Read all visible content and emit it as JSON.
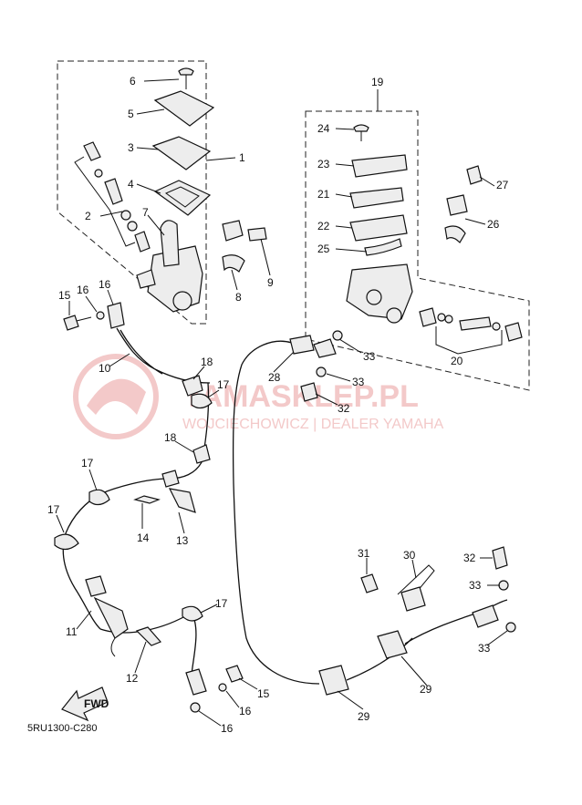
{
  "diagram_code": "5RU1300-C280",
  "watermark": {
    "title": "YAMASKLEP.PL",
    "subtitle": "WOJCIECHOWICZ | DEALER YAMAHA"
  },
  "fwd_label": "FWD",
  "callouts": {
    "c1": "1",
    "c2": "2",
    "c3": "3",
    "c4": "4",
    "c5": "5",
    "c6": "6",
    "c7": "7",
    "c8": "8",
    "c9": "9",
    "c10": "10",
    "c11": "11",
    "c12": "12",
    "c13": "13",
    "c14": "14",
    "c15a": "15",
    "c15b": "15",
    "c16a": "16",
    "c16b": "16",
    "c16c": "16",
    "c16d": "16",
    "c17a": "17",
    "c17b": "17",
    "c17c": "17",
    "c17d": "17",
    "c18a": "18",
    "c18b": "18",
    "c19": "19",
    "c20": "20",
    "c21": "21",
    "c22": "22",
    "c23": "23",
    "c24": "24",
    "c25": "25",
    "c26": "26",
    "c27": "27",
    "c28": "28",
    "c29a": "29",
    "c29b": "29",
    "c30": "30",
    "c31": "31",
    "c32a": "32",
    "c32b": "32",
    "c33a": "33",
    "c33b": "33",
    "c33c": "33",
    "c33d": "33"
  }
}
